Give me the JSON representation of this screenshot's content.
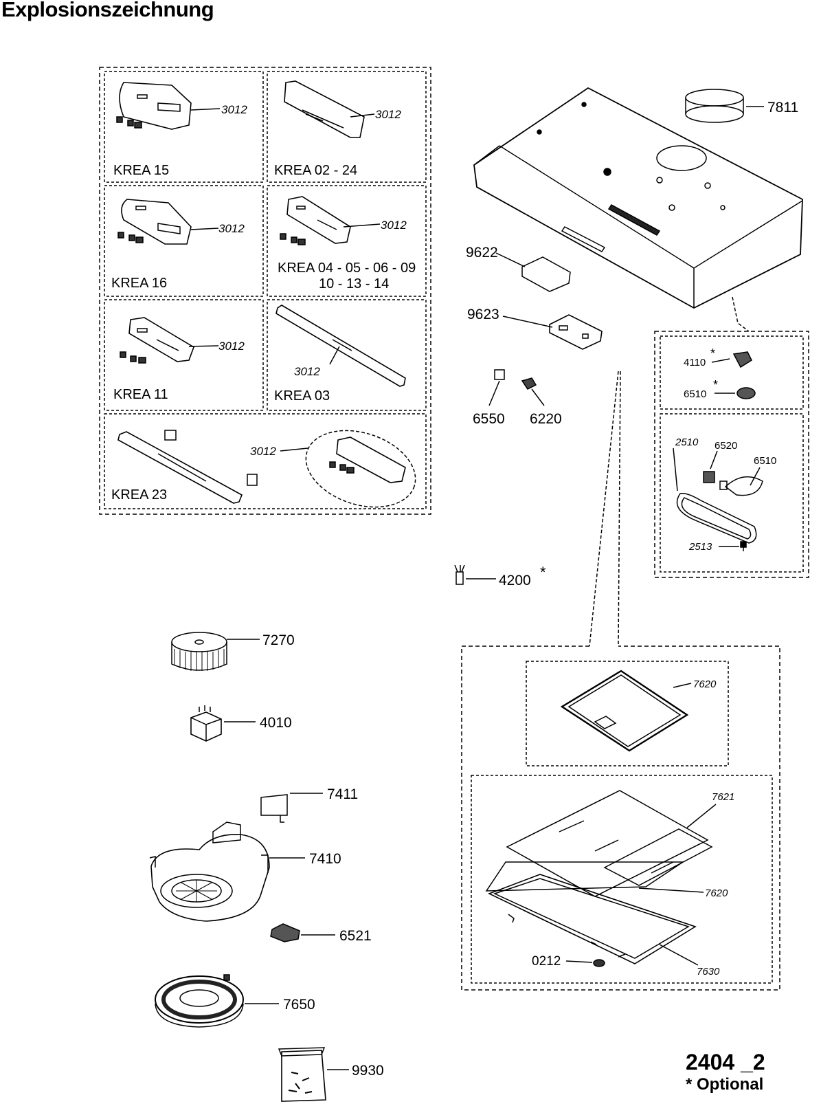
{
  "title": "Explosionszeichnung",
  "drawing_number": "2404 _2",
  "optional_note": "* Optional",
  "model_panels": [
    {
      "id": "krea15",
      "label": "KREA 15",
      "label2": "",
      "part": "3012"
    },
    {
      "id": "krea0224",
      "label": "KREA 02 - 24",
      "label2": "",
      "part": "3012"
    },
    {
      "id": "krea16",
      "label": "KREA 16",
      "label2": "",
      "part": "3012"
    },
    {
      "id": "krea04",
      "label": "KREA 04 - 05 - 06 - 09",
      "label2": "10 - 13 - 14",
      "part": "3012"
    },
    {
      "id": "krea11",
      "label": "KREA 11",
      "label2": "",
      "part": "3012"
    },
    {
      "id": "krea03",
      "label": "KREA 03",
      "label2": "",
      "part": "3012"
    },
    {
      "id": "krea23",
      "label": "KREA 23",
      "label2": "",
      "part": "3012"
    }
  ],
  "parts": {
    "p7811": "7811",
    "p9622": "9622",
    "p9623": "9623",
    "p6550": "6550",
    "p6220": "6220",
    "p4200": "4200",
    "p4200_mark": "*",
    "p4110": "4110",
    "p4110_mark": "*",
    "p6510a": "6510",
    "p6510a_mark": "*",
    "p2510": "2510",
    "p6520": "6520",
    "p6510b": "6510",
    "p2513": "2513",
    "p7270": "7270",
    "p4010": "4010",
    "p7411": "7411",
    "p7410": "7410",
    "p6521": "6521",
    "p7650": "7650",
    "p9930": "9930",
    "p7620a": "7620",
    "p7621": "7621",
    "p7620b": "7620",
    "p7630": "7630",
    "p0212": "0212"
  }
}
